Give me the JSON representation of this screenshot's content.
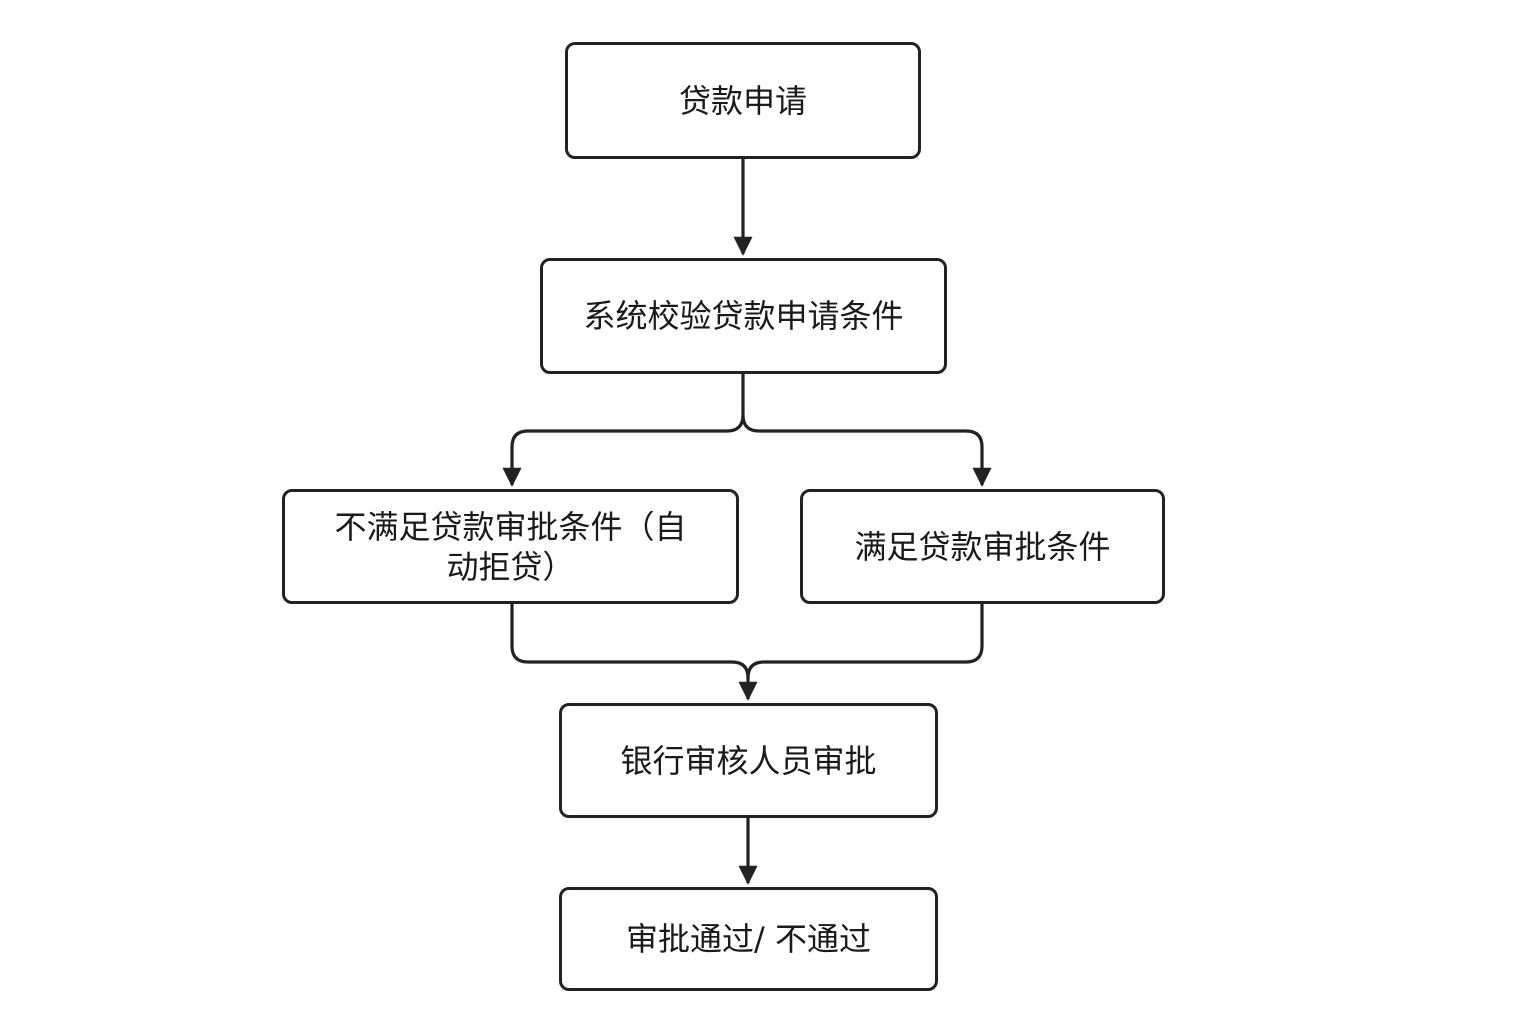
{
  "nodes": {
    "apply": "贷款申请",
    "check": "系统校验贷款申请条件",
    "fail": "不满足贷款审批条件（自动拒贷）",
    "pass": "满足贷款审批条件",
    "review": "银行审核人员审批",
    "result": "审批通过/ 不通过"
  },
  "colors": {
    "stroke": "#222222",
    "text": "#1a1a1a",
    "background": "#ffffff"
  }
}
